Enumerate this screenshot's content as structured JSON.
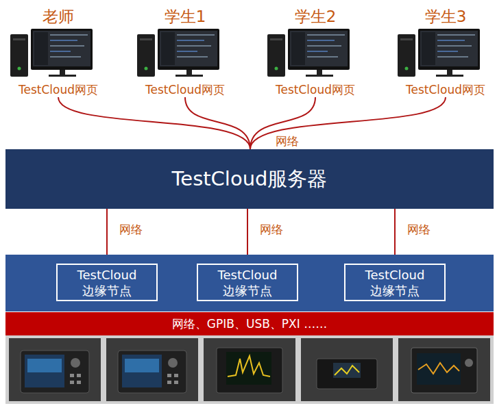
{
  "diagram": {
    "nodes": [
      {
        "text": [
          "老师",
          "TestCloud网页"
        ]
      },
      {
        "text": [
          "学生1",
          "TestCloud网页"
        ]
      },
      {
        "text": [
          "学生2",
          "TestCloud网页"
        ]
      },
      {
        "text": [
          "学生3",
          "TestCloud网页"
        ]
      },
      {
        "text": [
          "TestCloud服务器"
        ]
      },
      {
        "text": [
          "TestCloud 边缘节点"
        ]
      },
      {
        "text": [
          "TestCloud 边缘节点"
        ]
      },
      {
        "text": [
          "TestCloud 边缘节点"
        ]
      },
      {
        "text": [
          "网络、GPIB、USB、PXI ……"
        ]
      }
    ],
    "edges": [
      {
        "from": 0,
        "to": 4,
        "arrow": "none"
      },
      {
        "from": 1,
        "to": 4,
        "arrow": "none"
      },
      {
        "from": 2,
        "to": 4,
        "arrow": "none"
      },
      {
        "from": 3,
        "to": 4,
        "arrow": "none"
      },
      {
        "from": 4,
        "to": 5,
        "label": "网络",
        "arrow": "none"
      },
      {
        "from": 4,
        "to": 6,
        "label": "网络",
        "arrow": "none"
      },
      {
        "from": 4,
        "to": 7,
        "label": "网络",
        "arrow": "none"
      }
    ],
    "labels": [
      "网络"
    ]
  }
}
